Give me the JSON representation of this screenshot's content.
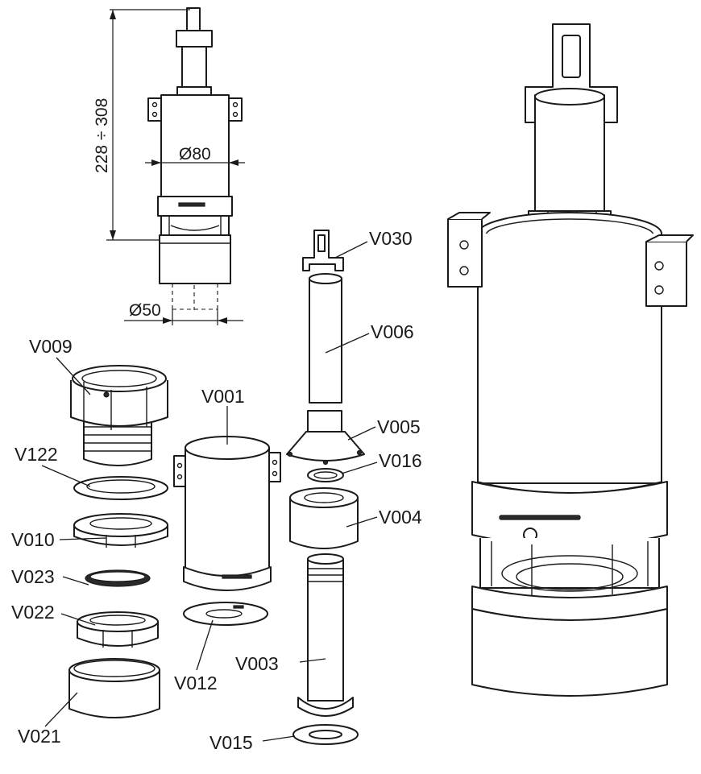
{
  "drawing": {
    "dimensions": {
      "height_range": "228 ÷ 308",
      "diameter_top": "Ø80",
      "diameter_bottom": "Ø50"
    },
    "parts": [
      {
        "code": "V030"
      },
      {
        "code": "V006"
      },
      {
        "code": "V005"
      },
      {
        "code": "V016"
      },
      {
        "code": "V004"
      },
      {
        "code": "V003"
      },
      {
        "code": "V015"
      },
      {
        "code": "V009"
      },
      {
        "code": "V122"
      },
      {
        "code": "V010"
      },
      {
        "code": "V023"
      },
      {
        "code": "V022"
      },
      {
        "code": "V021"
      },
      {
        "code": "V001"
      },
      {
        "code": "V012"
      }
    ]
  }
}
